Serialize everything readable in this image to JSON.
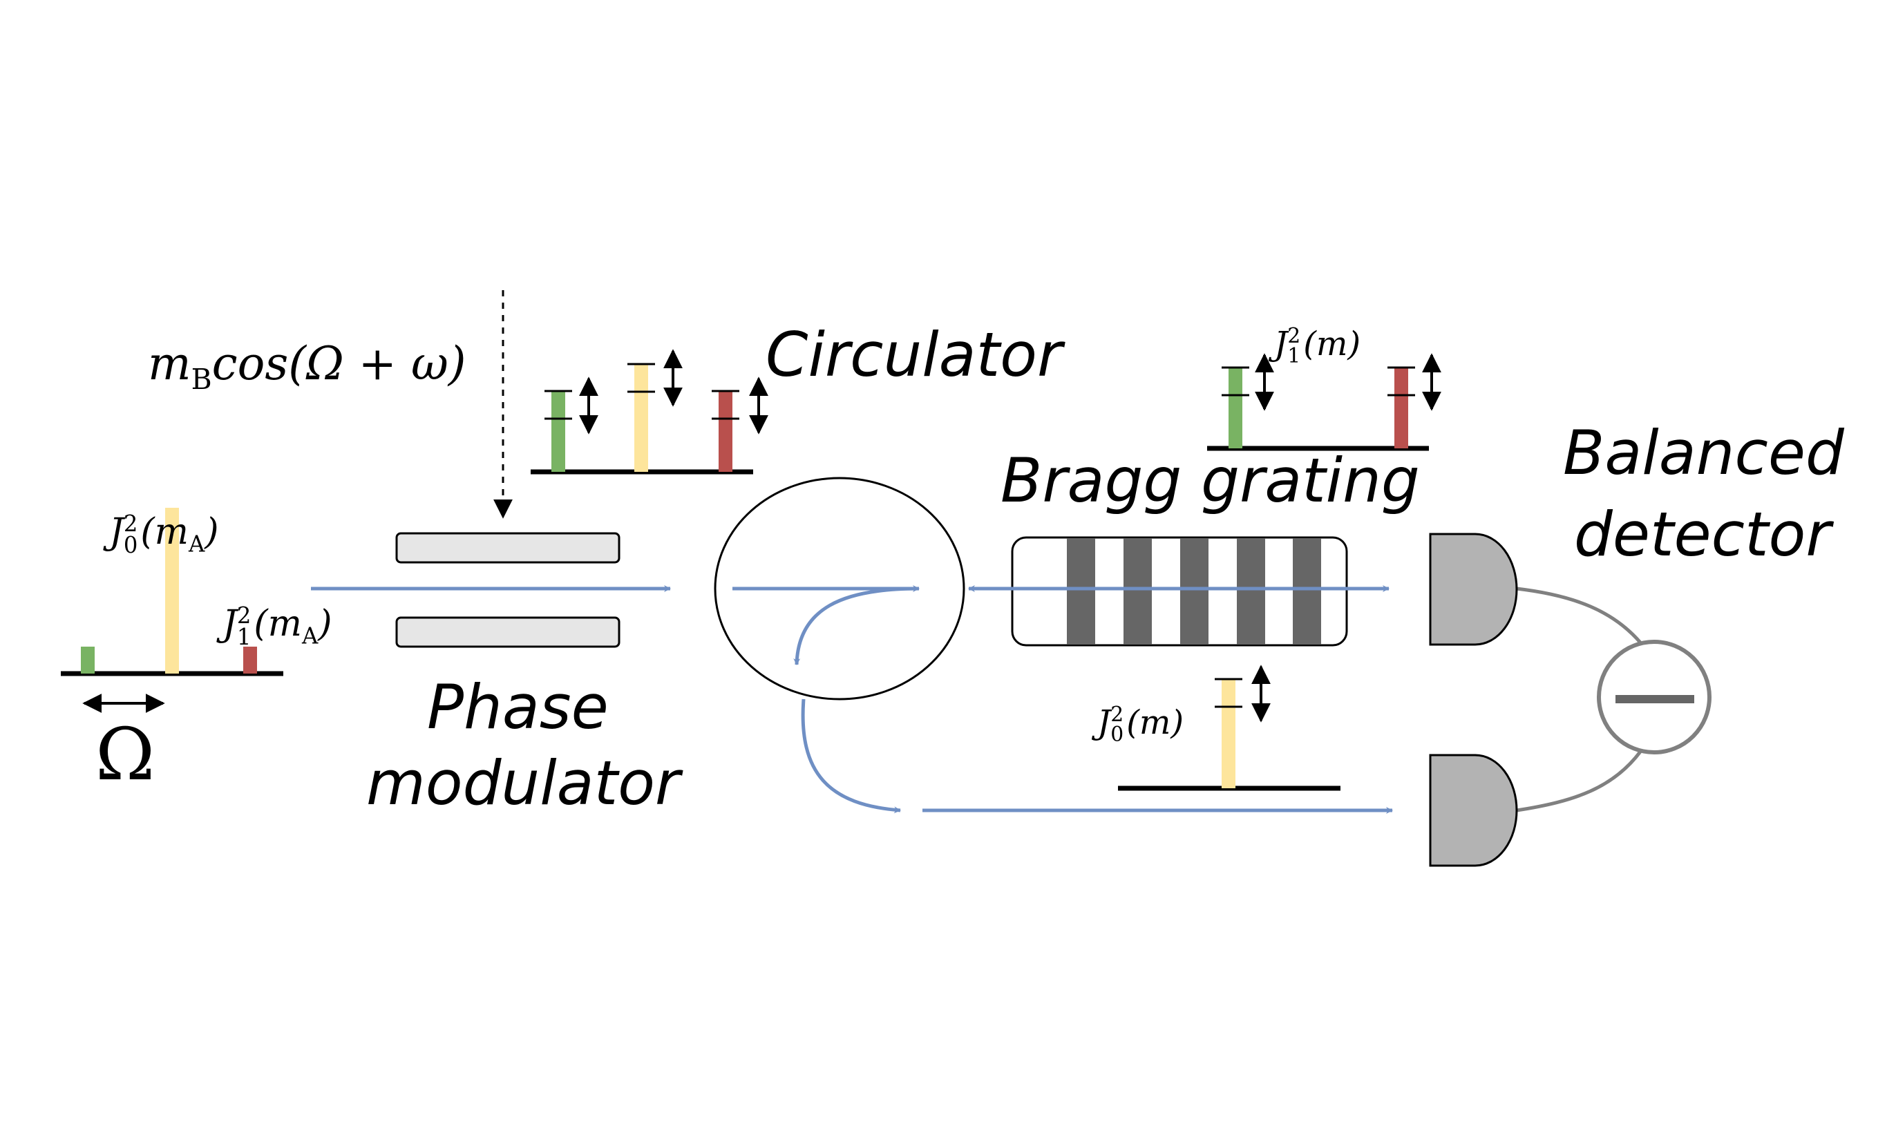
{
  "labels": {
    "circulator": "Circulator",
    "bragg_grating": "Bragg grating",
    "balanced": "Balanced",
    "detector": "detector",
    "phase": "Phase",
    "modulator": "modulator",
    "omega_symbol": "Ω"
  },
  "math": {
    "modulation_signal": {
      "m": "m",
      "sub": "B",
      "rest": "cos(Ω + ω)"
    },
    "j0_ma": {
      "J": "J",
      "sup": "2",
      "sub": "0",
      "arg": "(m",
      "argsub": "A",
      "close": ")"
    },
    "j1_ma": {
      "J": "J",
      "sup": "2",
      "sub": "1",
      "arg": "(m",
      "argsub": "A",
      "close": ")"
    },
    "j1_m": {
      "J": "J",
      "sup": "2",
      "sub": "1",
      "arg": "(m)"
    },
    "j0_m": {
      "J": "J",
      "sup": "2",
      "sub": "0",
      "arg": "(m)"
    }
  },
  "colors": {
    "beam": "#6f8fc4",
    "sideband_low": "#79b363",
    "carrier": "#fde59c",
    "sideband_high": "#b9504d",
    "grating_dark": "#666666",
    "detector_fill": "#b3b3b3",
    "wire": "#808080",
    "modulator_fill": "#e6e6e6"
  }
}
